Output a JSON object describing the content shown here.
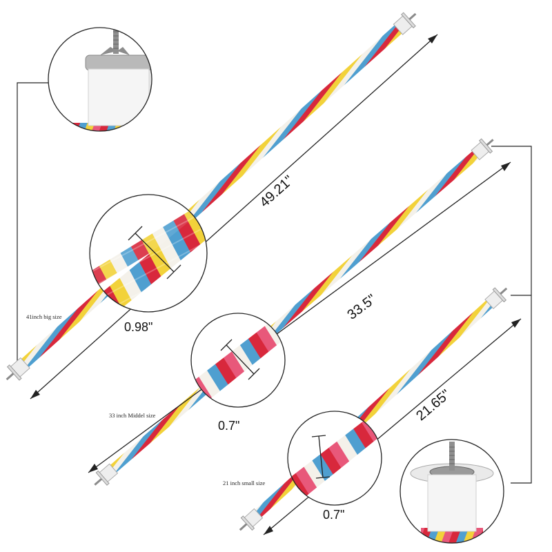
{
  "labels": {
    "big_size": "41inch big size",
    "middle_size": "33 inch Middel size",
    "small_size": "21 inch small size"
  },
  "dimensions": {
    "big_length": "49.21\"",
    "big_diameter": "0.98\"",
    "middle_length": "33.5\"",
    "middle_diameter": "0.7\"",
    "small_length": "21.65\"",
    "small_diameter": "0.7\""
  },
  "colors": {
    "rope_red": "#d8283c",
    "rope_yellow": "#f2d23a",
    "rope_blue": "#4f9fd0",
    "rope_white": "#f4f1ea",
    "rope_pink": "#e8587a",
    "cap_white": "#eeeeee",
    "metal": "#9a9a9a",
    "line": "#222222"
  }
}
